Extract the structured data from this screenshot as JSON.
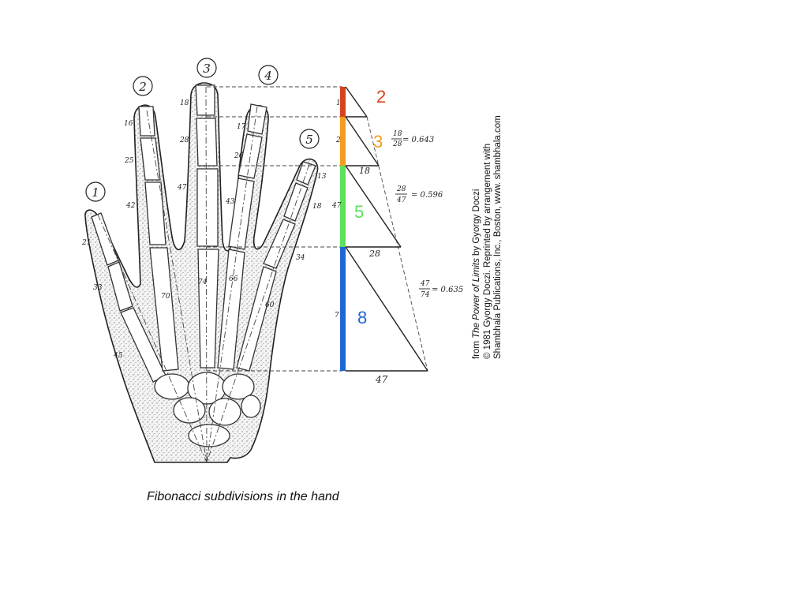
{
  "finger_numbers": [
    "1",
    "2",
    "3",
    "4",
    "5"
  ],
  "bone_lengths": {
    "thumb": [
      "21",
      "33",
      "45"
    ],
    "index": [
      "16",
      "25",
      "42",
      "70"
    ],
    "middle": [
      "18",
      "28",
      "47",
      "74"
    ],
    "ring": [
      "17",
      "26",
      "43",
      "66"
    ],
    "little": [
      "13",
      "18",
      "34",
      "60"
    ],
    "bar_left": [
      "1",
      "2",
      "47",
      "7"
    ]
  },
  "segments": [
    {
      "number": "2",
      "color": "#d7431f"
    },
    {
      "number": "3",
      "color": "#f39c1e"
    },
    {
      "number": "5",
      "color": "#5ce15a"
    },
    {
      "number": "8",
      "color": "#1e66d6"
    }
  ],
  "triangle_bases": [
    "18",
    "28",
    "47"
  ],
  "ratios": [
    {
      "num": "18",
      "den": "28",
      "value": "= 0.643"
    },
    {
      "num": "28",
      "den": "47",
      "value": "= 0.596"
    },
    {
      "num": "47",
      "den": "74",
      "value": "= 0.635"
    }
  ],
  "caption": "Fibonacci subdivisions in the hand",
  "credit": {
    "line1_prefix": "from ",
    "line1_title": "The Power of Limits",
    "line1_suffix": " by Gyorgy Doczi",
    "line2": "© 1981 Gyorgy Doczi. Reprinted by arrangement with",
    "line3": "Shambhala Publications, Inc., Boston, www. shambhala.com"
  }
}
